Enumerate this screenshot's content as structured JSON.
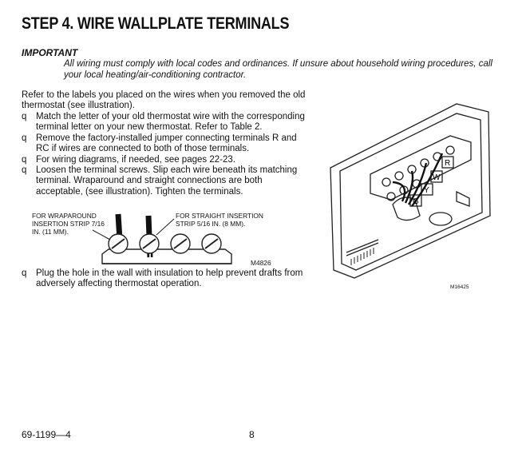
{
  "title": "STEP 4. WIRE WALLPLATE TERMINALS",
  "important": {
    "heading": "IMPORTANT",
    "text": "All wiring must comply with local codes and ordinances. If unsure about household wiring procedures, call your local heating/air-conditioning contractor."
  },
  "intro": "Refer to the labels you placed on the wires when you removed the old thermostat (see illustration).",
  "bullet_mark": "q",
  "bullets": [
    "Match the letter of your old thermostat wire with the corresponding terminal letter on your new thermostat. Refer to Table 2.",
    "Remove the factory-installed jumper connecting terminals R and RC if wires are connected to both of those terminals.",
    "For wiring diagrams, if needed, see pages 22-23.",
    "Loosen the terminal screws. Slip each wire beneath its matching terminal. Wraparound and straight connections are both acceptable, (see illustration). Tighten the terminals."
  ],
  "terminal_diagram": {
    "wraparound_label": "FOR WRAPAROUND INSERTION STRIP 7/16 IN. (11 MM).",
    "straight_label": "FOR STRAIGHT INSERTION STRIP 5/16 IN. (8 MM).",
    "code": "M4826"
  },
  "last_bullet": "Plug the hole in the wall with insulation to help prevent drafts from adversely affecting thermostat operation.",
  "wallplate_diagram": {
    "code": "M16425",
    "wire_labels": [
      "R",
      "W",
      "Y",
      "G"
    ]
  },
  "footer": {
    "doc_number": "69-1199—4",
    "page_number": "8"
  }
}
